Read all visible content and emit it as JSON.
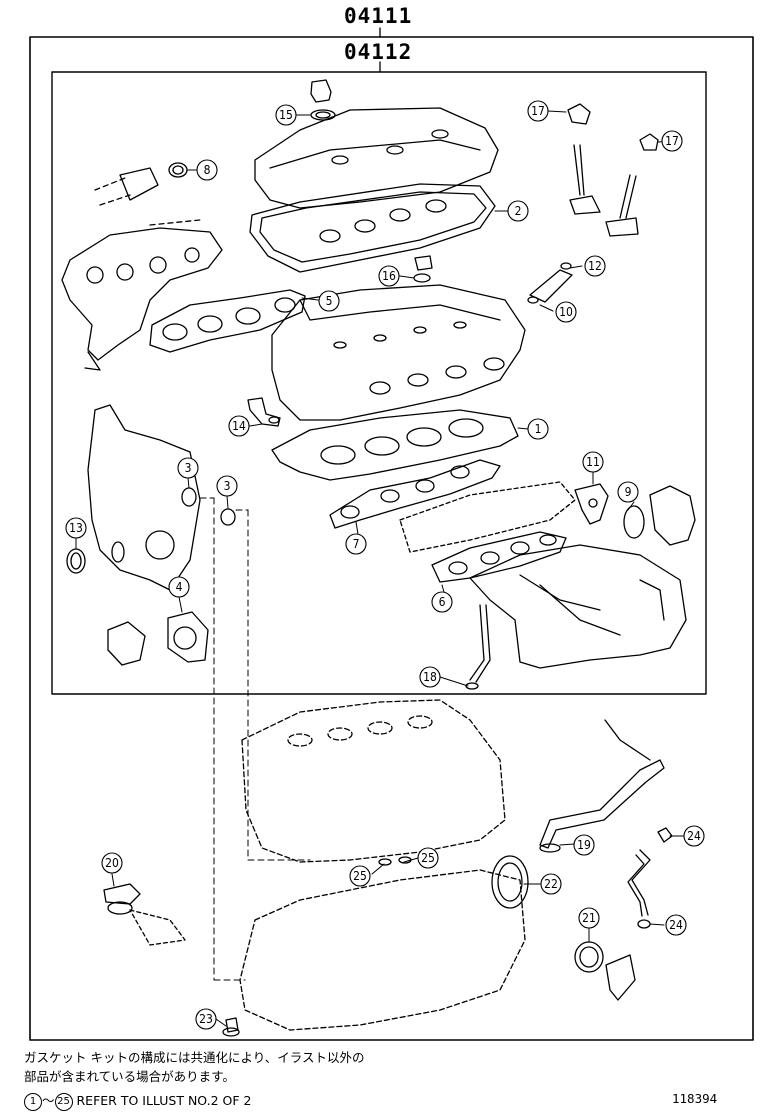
{
  "kit_codes": {
    "outer": "04111",
    "inner": "04112"
  },
  "callouts": [
    {
      "id": "c1",
      "label": "1"
    },
    {
      "id": "c2",
      "label": "2"
    },
    {
      "id": "c3a",
      "label": "3"
    },
    {
      "id": "c3b",
      "label": "3"
    },
    {
      "id": "c4",
      "label": "4"
    },
    {
      "id": "c5",
      "label": "5"
    },
    {
      "id": "c6",
      "label": "6"
    },
    {
      "id": "c7",
      "label": "7"
    },
    {
      "id": "c8",
      "label": "8"
    },
    {
      "id": "c9",
      "label": "9"
    },
    {
      "id": "c10",
      "label": "10"
    },
    {
      "id": "c11",
      "label": "11"
    },
    {
      "id": "c12",
      "label": "12"
    },
    {
      "id": "c13",
      "label": "13"
    },
    {
      "id": "c14",
      "label": "14"
    },
    {
      "id": "c15",
      "label": "15"
    },
    {
      "id": "c16",
      "label": "16"
    },
    {
      "id": "c17a",
      "label": "17"
    },
    {
      "id": "c17b",
      "label": "17"
    },
    {
      "id": "c18",
      "label": "18"
    },
    {
      "id": "c19",
      "label": "19"
    },
    {
      "id": "c20",
      "label": "20"
    },
    {
      "id": "c21",
      "label": "21"
    },
    {
      "id": "c22",
      "label": "22"
    },
    {
      "id": "c23",
      "label": "23"
    },
    {
      "id": "c24a",
      "label": "24"
    },
    {
      "id": "c24b",
      "label": "24"
    },
    {
      "id": "c25a",
      "label": "25"
    },
    {
      "id": "c25b",
      "label": "25"
    }
  ],
  "notes": {
    "jp_line1": "ガスケット キットの構成には共通化により、イラスト以外の",
    "jp_line2": "部品が含まれている場合があります。",
    "ref_start": "1",
    "ref_tilde": "～",
    "ref_end": "25",
    "ref_text": " REFER TO ILLUST NO.2 OF 2"
  },
  "image_id": "118394"
}
